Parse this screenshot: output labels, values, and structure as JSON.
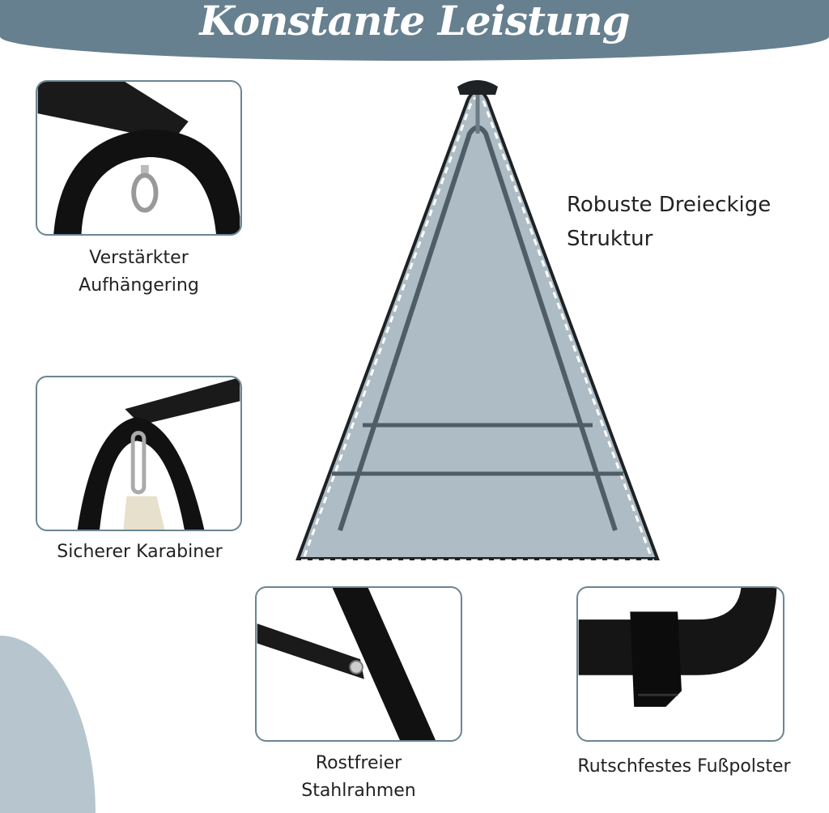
{
  "header": {
    "title": "Konstante Leistung"
  },
  "features": {
    "structure": {
      "line1": "Robuste Dreieckige",
      "line2": "Struktur"
    },
    "ring": {
      "line1": "Verstärkter",
      "line2": "Aufhängering",
      "icon": "eye-bolt-icon"
    },
    "carabiner": {
      "line1": "Sicherer Karabiner",
      "icon": "carabiner-icon"
    },
    "frame": {
      "line1": "Rostfreier",
      "line2": "Stahlrahmen",
      "icon": "bolted-frame-icon"
    },
    "pad": {
      "line1": "Rutschfestes Fußpolster",
      "icon": "foot-pad-icon"
    }
  },
  "colors": {
    "accent": "#66808f",
    "panel": "#b7c6ce",
    "border": "#6c8592"
  }
}
